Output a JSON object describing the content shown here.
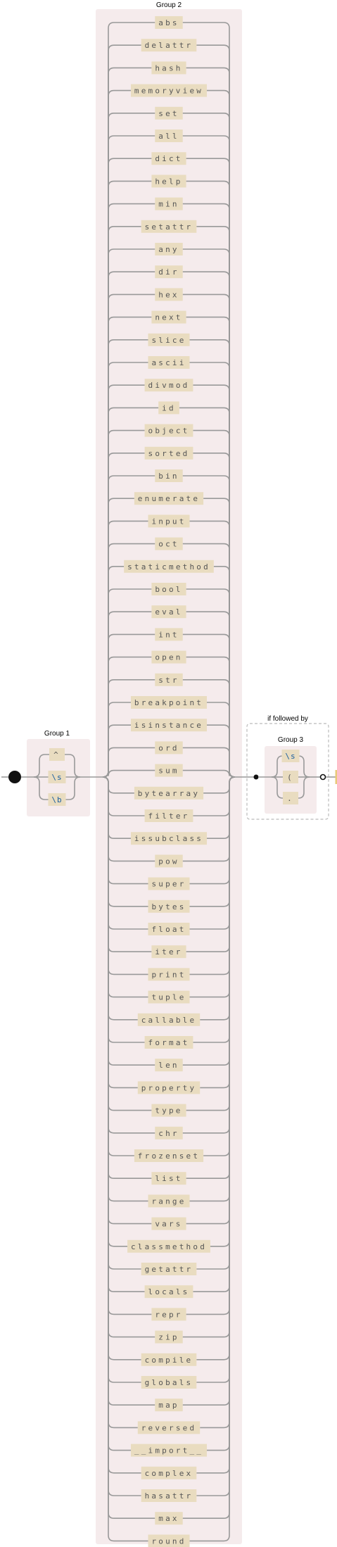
{
  "group1": {
    "label": "Group 1",
    "items": [
      "^",
      "\\s",
      "\\b"
    ]
  },
  "group2": {
    "label": "Group 2",
    "items": [
      "abs",
      "delattr",
      "hash",
      "memoryview",
      "set",
      "all",
      "dict",
      "help",
      "min",
      "setattr",
      "any",
      "dir",
      "hex",
      "next",
      "slice",
      "ascii",
      "divmod",
      "id",
      "object",
      "sorted",
      "bin",
      "enumerate",
      "input",
      "oct",
      "staticmethod",
      "bool",
      "eval",
      "int",
      "open",
      "str",
      "breakpoint",
      "isinstance",
      "ord",
      "sum",
      "bytearray",
      "filter",
      "issubclass",
      "pow",
      "super",
      "bytes",
      "float",
      "iter",
      "print",
      "tuple",
      "callable",
      "format",
      "len",
      "property",
      "type",
      "chr",
      "frozenset",
      "list",
      "range",
      "vars",
      "classmethod",
      "getattr",
      "locals",
      "repr",
      "zip",
      "compile",
      "globals",
      "map",
      "reversed",
      "__import__",
      "complex",
      "hasattr",
      "max",
      "round"
    ]
  },
  "lookahead": {
    "label": "if followed by",
    "group3": {
      "label": "Group 3",
      "items": [
        "\\s",
        "(",
        "."
      ]
    }
  }
}
